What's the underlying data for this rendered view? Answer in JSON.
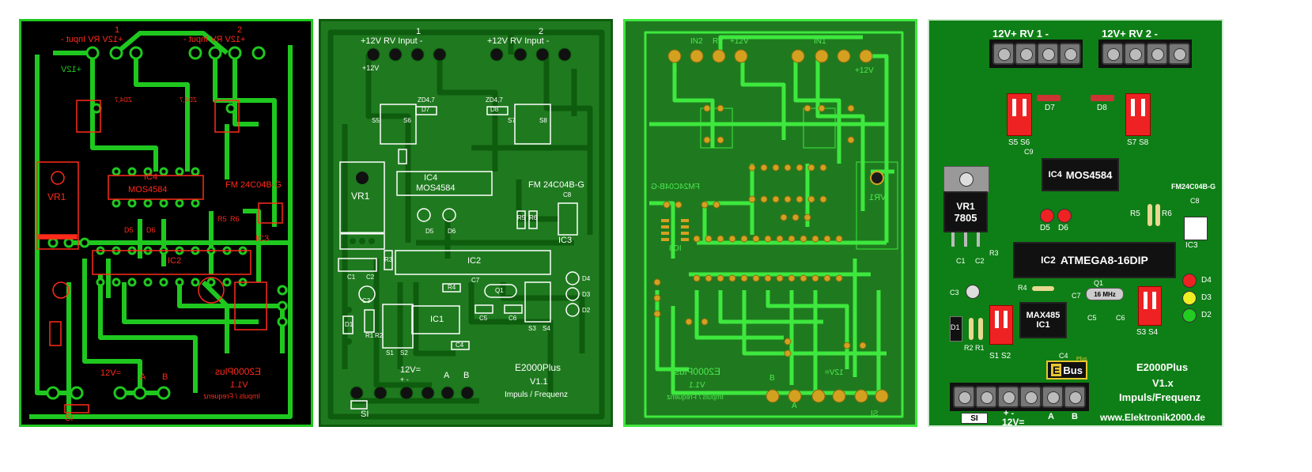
{
  "colors": {
    "panel1_bg": "#000000",
    "panel1_trace": "#1fc81f",
    "panel1_text": "#ff2a1a",
    "panel2_bg": "#1f7a1f",
    "panel2_trace": "#0e5c0e",
    "panel3_bg": "#1f7a1f",
    "panel3_trace": "#3ee83e",
    "panel3_pad": "#d4a020",
    "panel4_bg": "#0e7f16"
  },
  "panel1": {
    "conn_num_1": "1",
    "conn_num_2": "2",
    "top_labels_left": "+12V  RV  Input  -",
    "top_labels_right": "+12V  RV  Input  -",
    "v12": "+12V",
    "zd7": "ZD4,7",
    "zd8": "ZD4,7",
    "vr1": "VR1",
    "ic4": "IC4",
    "mos": "MOS4584",
    "fm": "FM 24C04B-G",
    "ic3": "IC3",
    "ic2": "IC2",
    "r5": "R5",
    "r6": "R6",
    "d5": "D5",
    "d6": "D6",
    "si": "SI",
    "v12eq": "12V=",
    "a": "A",
    "b": "B",
    "mirror_name": "E2000Plus",
    "mirror_ver": "V1.1",
    "mirror_func": "Impuls / Frequenz"
  },
  "panel2": {
    "conn_num_1": "1",
    "conn_num_2": "2",
    "top_left": "+12V  RV  Input  -",
    "top_right": "+12V  RV  Input  -",
    "v12": "+12V",
    "zd7": "ZD4,7",
    "d7": "D7",
    "zd8": "ZD4,7",
    "d8": "D8",
    "s5": "S5",
    "s6": "S6",
    "s7": "S7",
    "s8": "S8",
    "ic4": "IC4",
    "mos": "MOS4584",
    "fm": "FM 24C04B-G",
    "c8": "C8",
    "vr1": "VR1",
    "d5": "D5",
    "d6": "D6",
    "r5": "R5",
    "r6": "R6",
    "ic3": "IC3",
    "ic2": "IC2",
    "r3": "R3",
    "c1": "C1",
    "c2": "C2",
    "c3": "C3",
    "r4": "R4",
    "c7": "C7",
    "q1": "Q1",
    "c5": "C5",
    "c6": "C6",
    "s3": "S3",
    "s4": "S4",
    "d4": "D4",
    "d3": "D3",
    "d2": "D2",
    "ic1": "IC1",
    "c4": "C4",
    "s1": "S1",
    "s2": "S2",
    "r1": "R1",
    "r2": "R2",
    "d1": "D1",
    "v12eq": "12V=",
    "pm": "+   -",
    "a": "A",
    "b": "B",
    "si": "SI",
    "name": "E2000Plus",
    "ver": "V1.1",
    "func": "Impuls / Frequenz"
  },
  "panel3": {
    "in2": "IN2",
    "rv": "RV",
    "v12": "+12V",
    "in1": "IN1",
    "minus": "-",
    "plus12": "+12V",
    "fm": "FM24C04B-G",
    "ic3": "IC3",
    "vr1": "VR1",
    "mirror_name": "E2000Plus",
    "mirror_ver": "V1.1",
    "mirror_func": "Impuls / Frequenz",
    "b": "B",
    "a": "A",
    "v12eq": "12V=",
    "si": "SI"
  },
  "panel4": {
    "conn1_label": "12V+ RV   1   -",
    "conn2_label": "12V+ RV   2   -",
    "d7": "D7",
    "d8": "D8",
    "s5s6": "S5  S6",
    "s7s8": "S7  S8",
    "c9": "C9",
    "ic4": "IC4",
    "mos": "MOS4584",
    "fm": "FM24C04B-G",
    "c8": "C8",
    "vr1": "VR1",
    "reg": "7805",
    "d5": "D5",
    "d6": "D6",
    "r5": "R5",
    "r6": "R6",
    "ic3": "IC3",
    "r3": "R3",
    "c1": "C1",
    "c2": "C2",
    "ic2": "IC2",
    "atmega": "ATMEGA8-16DIP",
    "d4": "D4",
    "d3": "D3",
    "d2": "D2",
    "c3": "C3",
    "r4": "R4",
    "c7": "C7",
    "q1": "Q1",
    "crystal": "16 MHz",
    "c5": "C5",
    "c6": "C6",
    "s3s4": "S3  S4",
    "max": "MAX485",
    "ic1": "IC1",
    "c4": "C4",
    "d1": "D1",
    "r2r1": "R2 R1",
    "s1s2": "S1  S2",
    "ebus_e": "E",
    "ebus_bus": "Bus",
    "ebus_plus": "Plus",
    "name": "E2000Plus",
    "ver": "V1.x",
    "func": "Impuls/Frequenz",
    "si": "SI",
    "v12eq": "12V=",
    "pm": "+    -",
    "a": "A",
    "b": "B",
    "url": "www.Elektronik2000.de"
  }
}
